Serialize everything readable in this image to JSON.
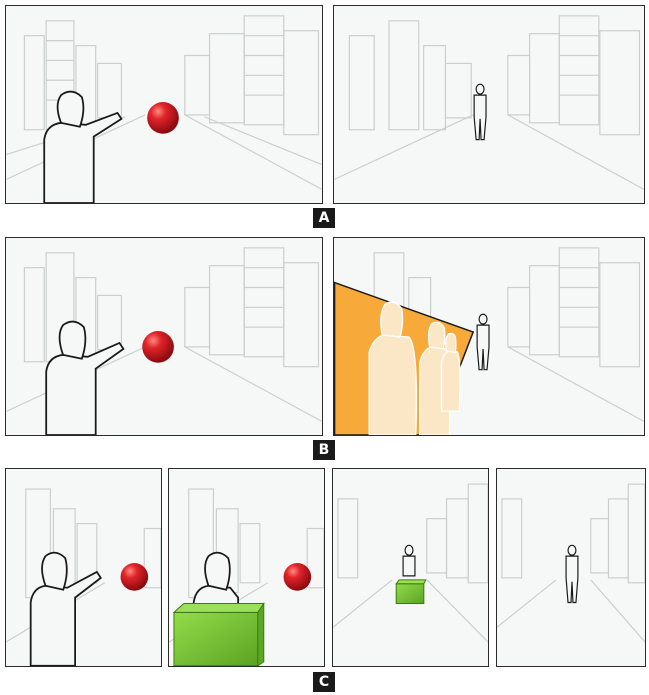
{
  "figure": {
    "rows": [
      {
        "id": "row-a",
        "label": "A",
        "panels": 2
      },
      {
        "id": "row-b",
        "label": "B",
        "panels": 2
      },
      {
        "id": "row-c",
        "label": "C",
        "panels": 4
      }
    ]
  },
  "colors": {
    "ball": "#c8161a",
    "projection": "#f7a93a",
    "proxy_box": "#7cc832",
    "frame": "#2b2b2b",
    "sketch": "#c9cfcc"
  }
}
